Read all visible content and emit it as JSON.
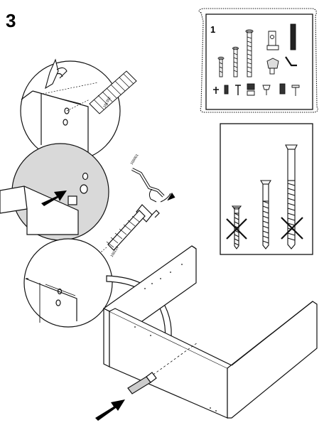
{
  "step_number": "3",
  "bag_number": "1",
  "part_codes": {
    "dowel": "101352",
    "allen_key": "100001",
    "cam_bolt": "100214"
  },
  "colors": {
    "line": "#111111",
    "shade": "#d9d9d9",
    "arrow": "#000000",
    "paper": "#ffffff"
  },
  "icons": {
    "hand": "pointing-hand-icon",
    "arrow": "push-arrow-icon",
    "cross": "wrong-cross-icon"
  }
}
